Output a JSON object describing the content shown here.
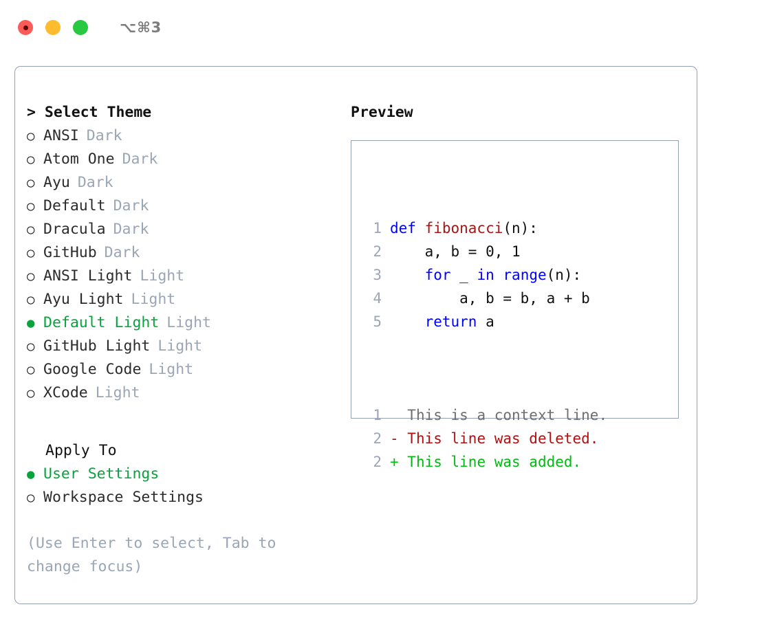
{
  "window": {
    "shortcut": "⌥⌘3",
    "lights": [
      {
        "name": "close",
        "color": "#fc5b57"
      },
      {
        "name": "minimize",
        "color": "#fdbc2e"
      },
      {
        "name": "maximize",
        "color": "#28c840"
      }
    ]
  },
  "theme_picker": {
    "heading": "> Select Theme",
    "items": [
      {
        "bullet": "○",
        "label": "ANSI",
        "meta": "Dark",
        "selected": false
      },
      {
        "bullet": "○",
        "label": "Atom One",
        "meta": "Dark",
        "selected": false
      },
      {
        "bullet": "○",
        "label": "Ayu",
        "meta": "Dark",
        "selected": false
      },
      {
        "bullet": "○",
        "label": "Default",
        "meta": "Dark",
        "selected": false
      },
      {
        "bullet": "○",
        "label": "Dracula",
        "meta": "Dark",
        "selected": false
      },
      {
        "bullet": "○",
        "label": "GitHub",
        "meta": "Dark",
        "selected": false
      },
      {
        "bullet": "○",
        "label": "ANSI Light",
        "meta": "Light",
        "selected": false
      },
      {
        "bullet": "○",
        "label": "Ayu Light",
        "meta": "Light",
        "selected": false
      },
      {
        "bullet": "●",
        "label": "Default Light",
        "meta": "Light",
        "selected": true
      },
      {
        "bullet": "○",
        "label": "GitHub Light",
        "meta": "Light",
        "selected": false
      },
      {
        "bullet": "○",
        "label": "Google Code",
        "meta": "Light",
        "selected": false
      },
      {
        "bullet": "○",
        "label": "XCode",
        "meta": "Light",
        "selected": false
      }
    ]
  },
  "apply_to": {
    "heading": "Apply To",
    "items": [
      {
        "bullet": "●",
        "label": "User Settings",
        "selected": true
      },
      {
        "bullet": "○",
        "label": "Workspace Settings",
        "selected": false
      }
    ]
  },
  "hint": "(Use Enter to select, Tab to\nchange focus)",
  "preview": {
    "heading": "Preview",
    "code_lines": [
      {
        "lineno": "1",
        "spans": [
          {
            "text": "def ",
            "kind": "kw"
          },
          {
            "text": "fibonacci",
            "kind": "fn"
          },
          {
            "text": "(n):",
            "kind": "txt"
          }
        ]
      },
      {
        "lineno": "2",
        "spans": [
          {
            "text": "    a, b = 0, 1",
            "kind": "txt"
          }
        ]
      },
      {
        "lineno": "3",
        "spans": [
          {
            "text": "    ",
            "kind": "txt"
          },
          {
            "text": "for",
            "kind": "kw"
          },
          {
            "text": " _ ",
            "kind": "txt"
          },
          {
            "text": "in",
            "kind": "kw"
          },
          {
            "text": " ",
            "kind": "txt"
          },
          {
            "text": "range",
            "kind": "kw"
          },
          {
            "text": "(n):",
            "kind": "txt"
          }
        ]
      },
      {
        "lineno": "4",
        "spans": [
          {
            "text": "        a, b = b, a + b",
            "kind": "txt"
          }
        ]
      },
      {
        "lineno": "5",
        "spans": [
          {
            "text": "    ",
            "kind": "txt"
          },
          {
            "text": "return",
            "kind": "kw"
          },
          {
            "text": " a",
            "kind": "txt"
          }
        ]
      }
    ],
    "diff_lines": [
      {
        "lineno": "1",
        "marker": "  ",
        "text": "This is a context line.",
        "kind": "ctx"
      },
      {
        "lineno": "2",
        "marker": "- ",
        "text": "This line was deleted.",
        "kind": "del"
      },
      {
        "lineno": "2",
        "marker": "+ ",
        "text": "This line was added.",
        "kind": "add"
      }
    ]
  },
  "colors": {
    "accent_green": "#07a33c",
    "muted": "#9aa5b5",
    "keyword_blue": "#0000ff",
    "function_red": "#a81414",
    "diff_delete": "#b01010",
    "diff_add": "#00bb11",
    "border": "#93a0b1"
  }
}
